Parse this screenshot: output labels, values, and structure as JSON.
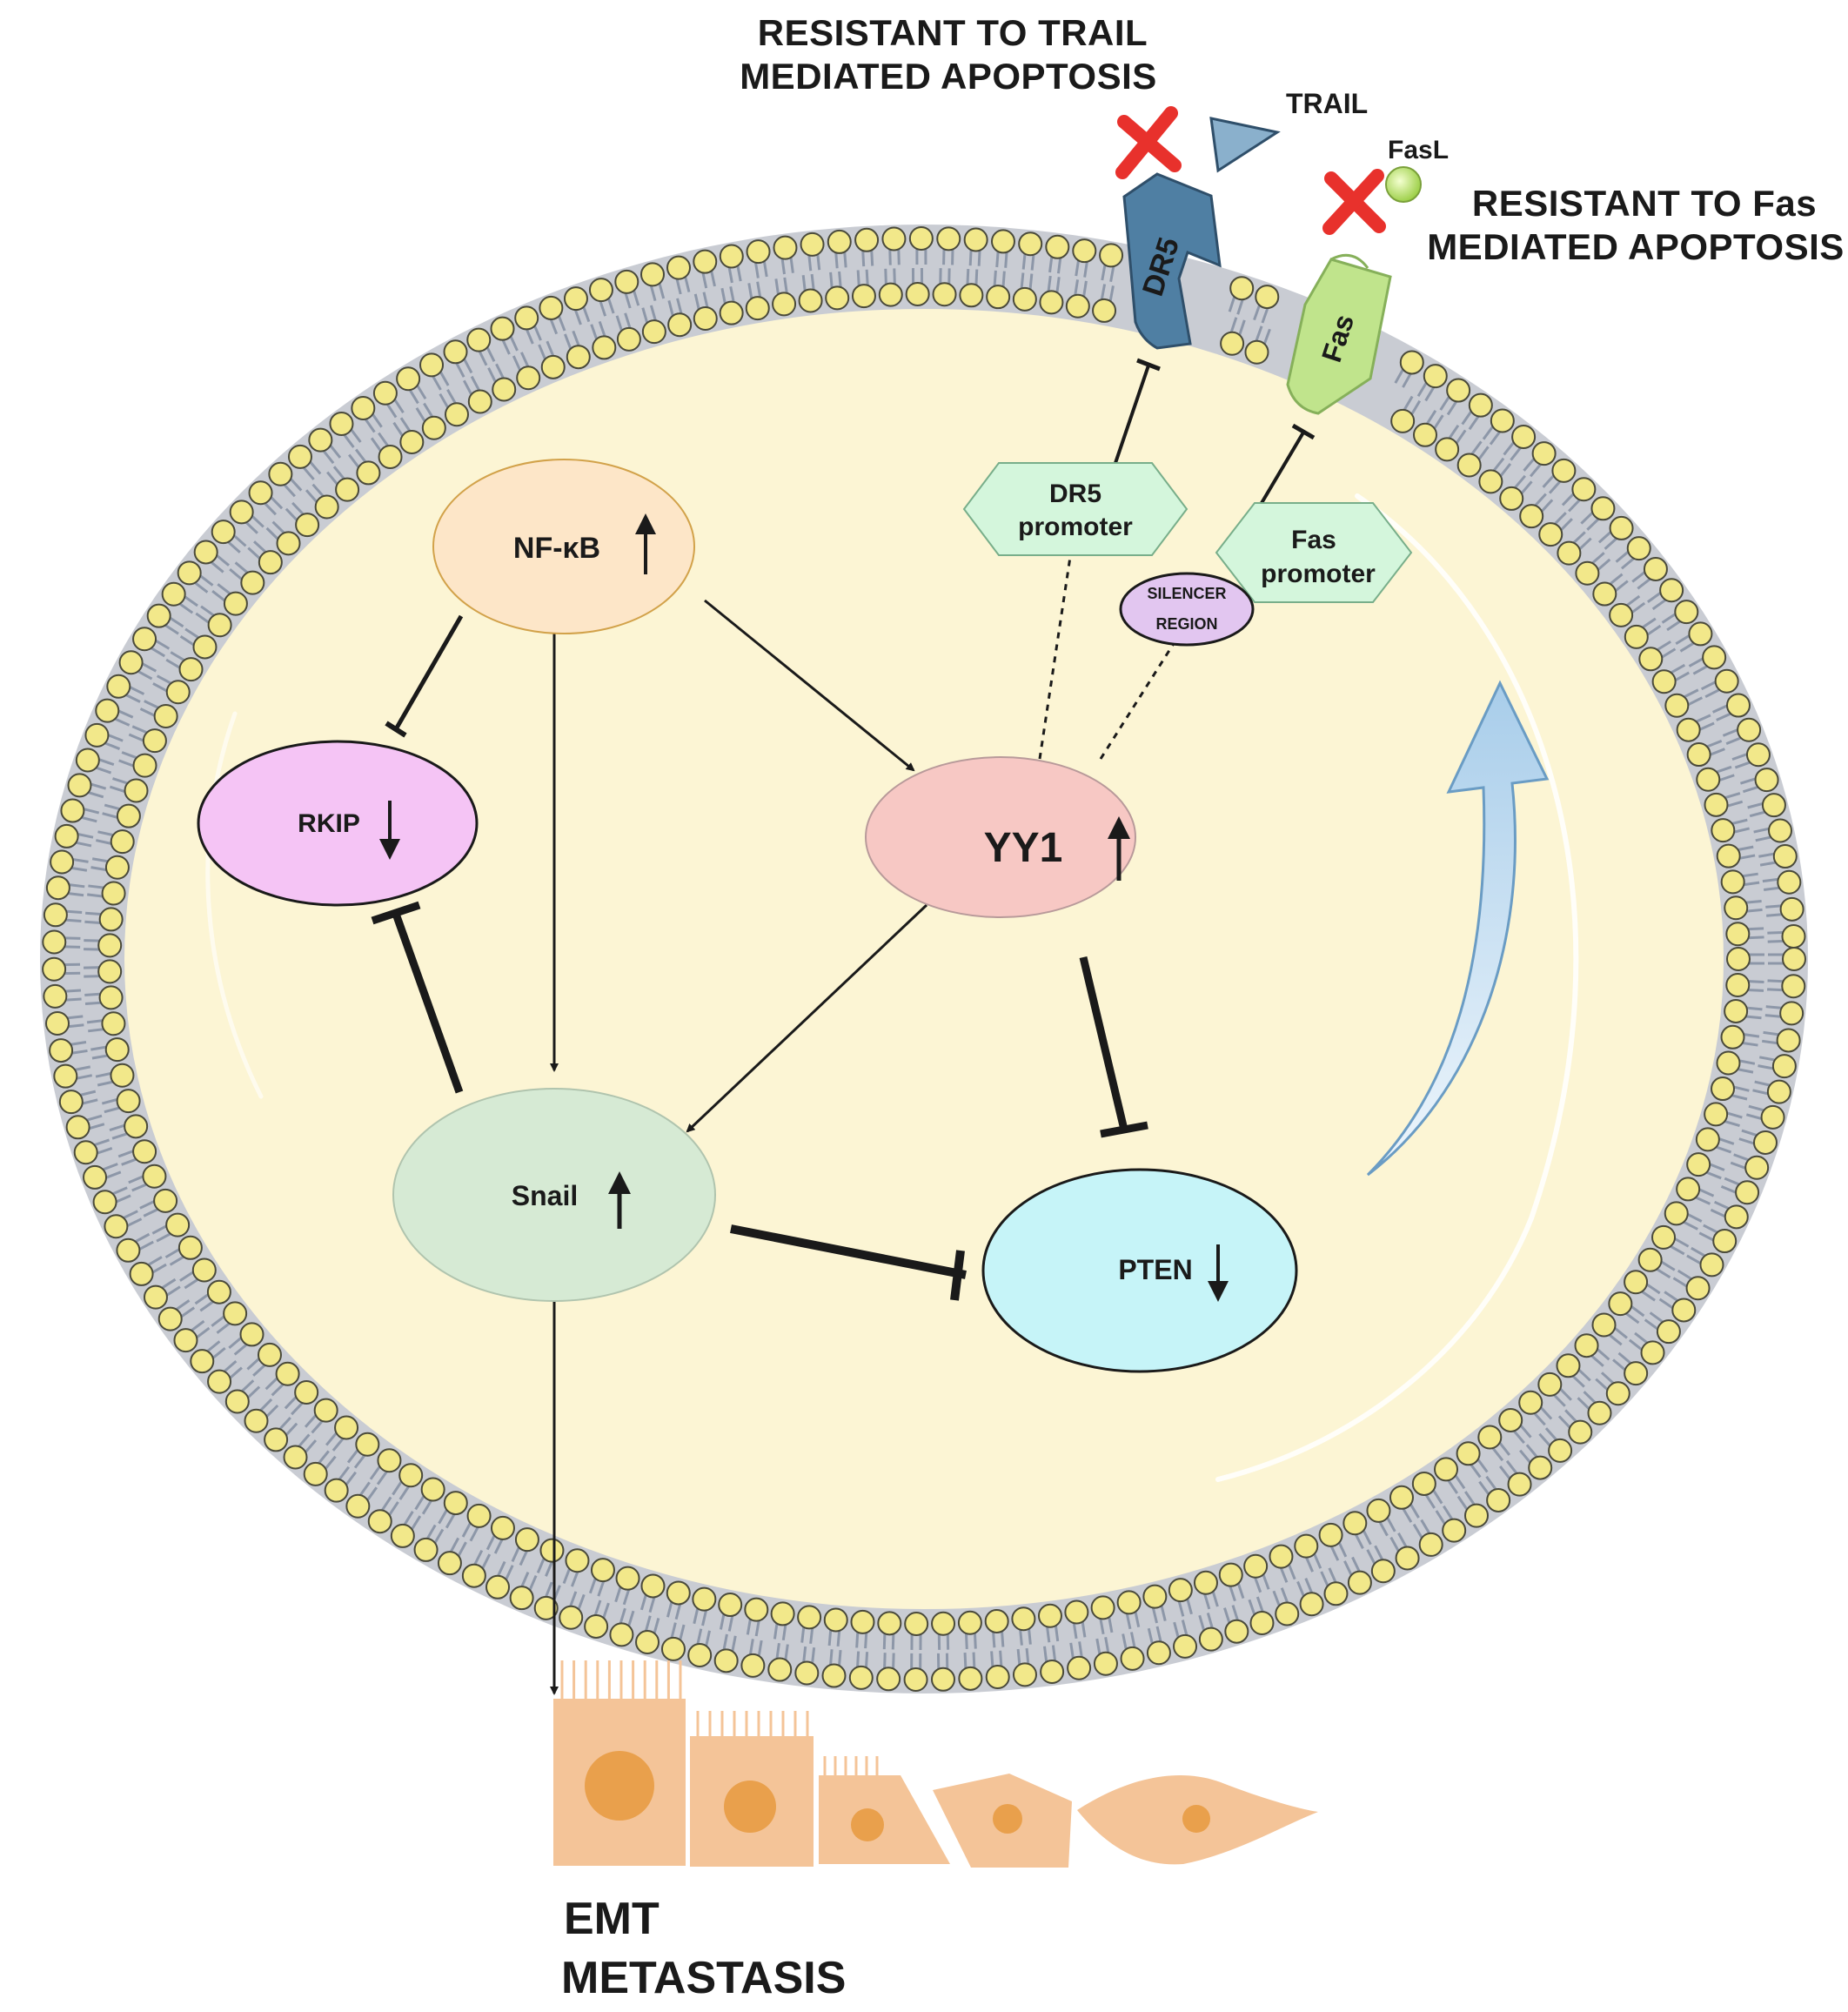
{
  "header": {
    "trail_resist_line1": "RESISTANT TO TRAIL",
    "trail_resist_line2": "MEDIATED APOPTOSIS",
    "fas_resist_line1": "RESISTANT TO Fas",
    "fas_resist_line2": "MEDIATED APOPTOSIS"
  },
  "ligands": {
    "trail": "TRAIL",
    "fasl": "FasL"
  },
  "receptors": {
    "dr5": "DR5",
    "fas": "Fas"
  },
  "promoters": {
    "dr5_line1": "DR5",
    "dr5_line2": "promoter",
    "fas_line1": "Fas",
    "fas_line2": "promoter",
    "silencer_line1": "SILENCER",
    "silencer_line2": "REGION"
  },
  "nodes": {
    "nfkb": "NF-κB",
    "rkip": "RKIP",
    "yy1": "YY1",
    "snail": "Snail",
    "pten": "PTEN"
  },
  "outcome": {
    "line1": "EMT",
    "line2": "METASTASIS"
  },
  "colors": {
    "nfkb": "#fde6c8",
    "rkip": "#f5c4f5",
    "yy1": "#f7c8c4",
    "snail": "#d6ead4",
    "pten": "#c6f4f8",
    "promoter": "#d4f6dc",
    "silencer": "#e2c6f0",
    "cell_interior": "#fcf5d4",
    "lipid_head": "#f2e88a",
    "dr5": "#4f7fa3",
    "fas": "#c0e48c",
    "cross": "#e8312c",
    "emt_cells": "#f4c498"
  }
}
